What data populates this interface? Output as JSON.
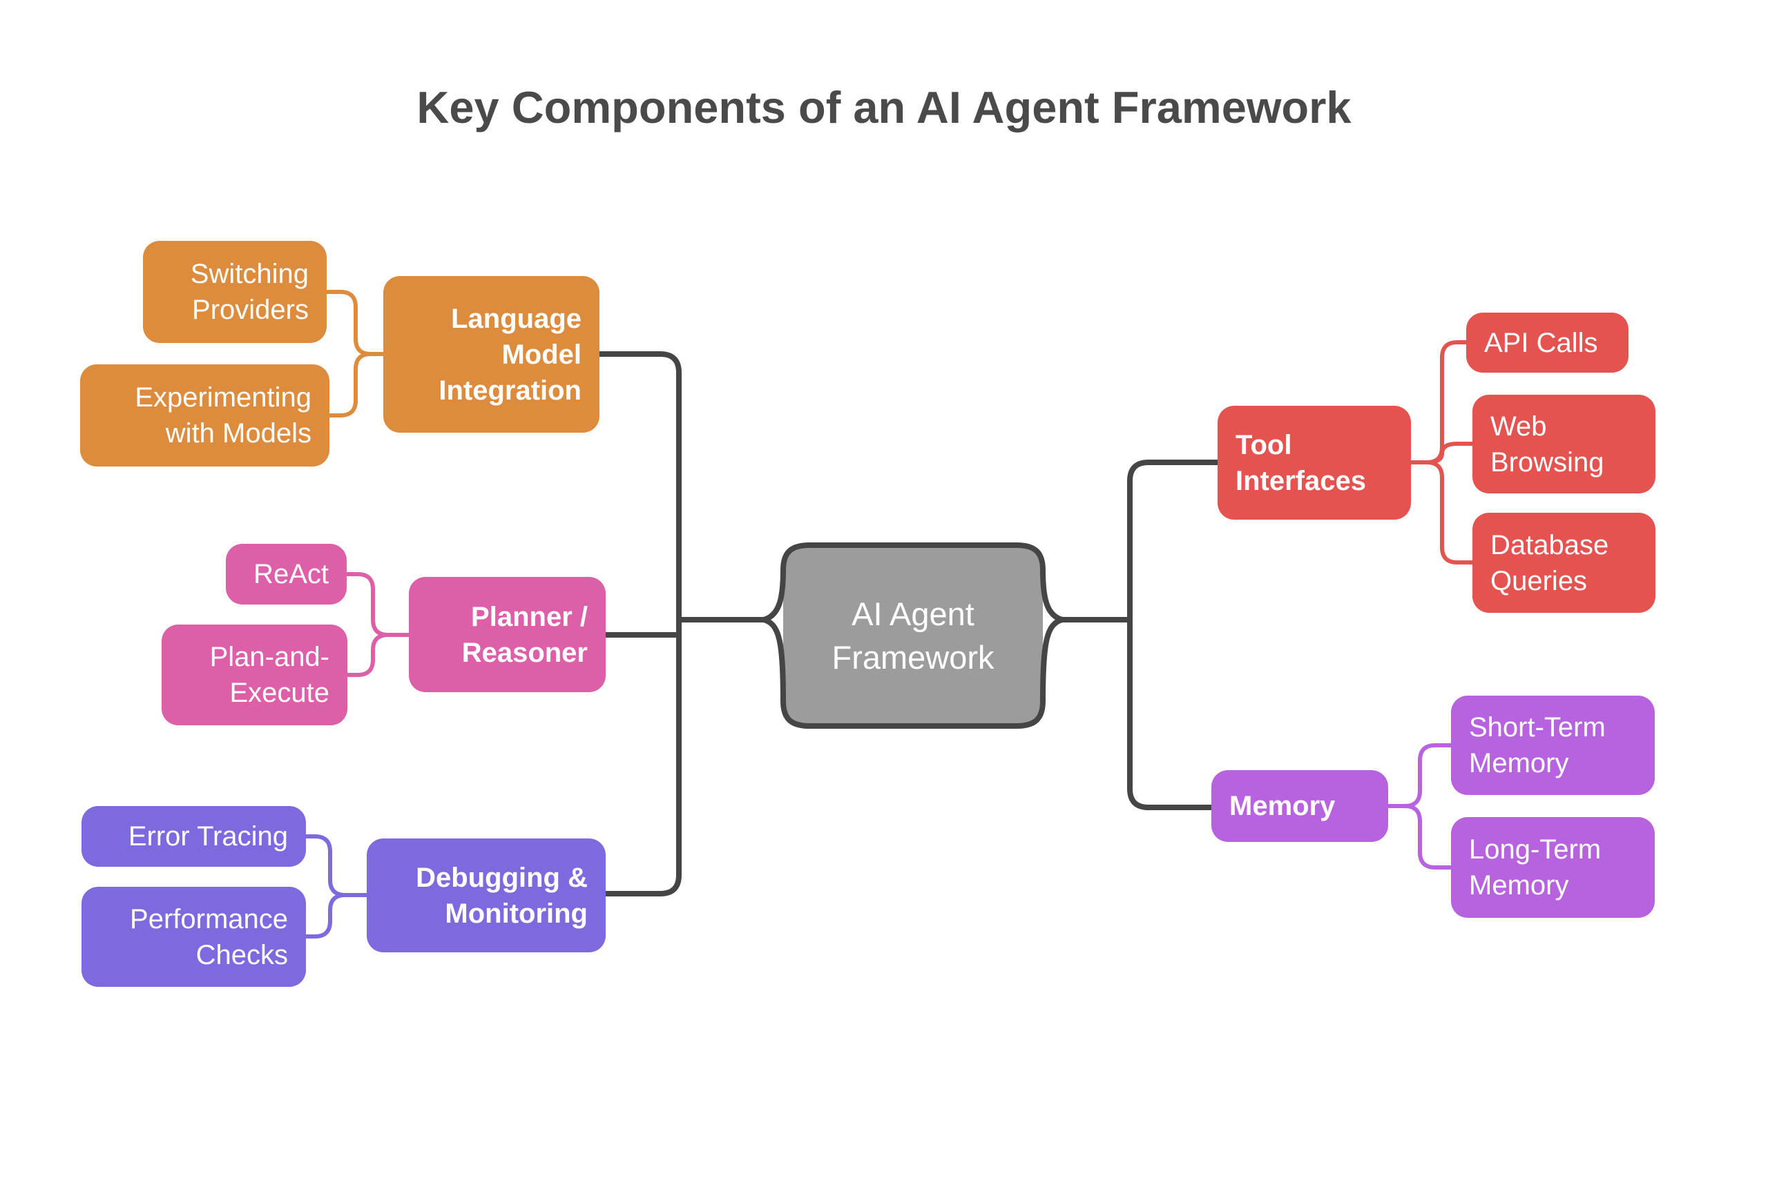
{
  "title": "Key Components of an AI Agent Framework",
  "colors": {
    "orange": "#DD8B3D",
    "pink": "#DC5FA8",
    "purple": "#7E69DE",
    "red": "#E4534F",
    "violet": "#B763DF",
    "root_fill": "#9C9C9C",
    "line_dark": "#454545",
    "title_text": "#4A4A4A",
    "node_text": "#FFFFFF"
  },
  "root": {
    "label": "AI Agent\nFramework"
  },
  "branches": [
    {
      "label": "Language\nModel\nIntegration",
      "children": [
        {
          "label": "Switching\nProviders"
        },
        {
          "label": "Experimenting\nwith Models"
        }
      ]
    },
    {
      "label": "Planner /\nReasoner",
      "children": [
        {
          "label": "ReAct"
        },
        {
          "label": "Plan-and-\nExecute"
        }
      ]
    },
    {
      "label": "Debugging &\nMonitoring",
      "children": [
        {
          "label": "Error Tracing"
        },
        {
          "label": "Performance\nChecks"
        }
      ]
    },
    {
      "label": "Tool\nInterfaces",
      "children": [
        {
          "label": "API Calls"
        },
        {
          "label": "Web\nBrowsing"
        },
        {
          "label": "Database\nQueries"
        }
      ]
    },
    {
      "label": "Memory",
      "children": [
        {
          "label": "Short-Term\nMemory"
        },
        {
          "label": "Long-Term\nMemory"
        }
      ]
    }
  ]
}
